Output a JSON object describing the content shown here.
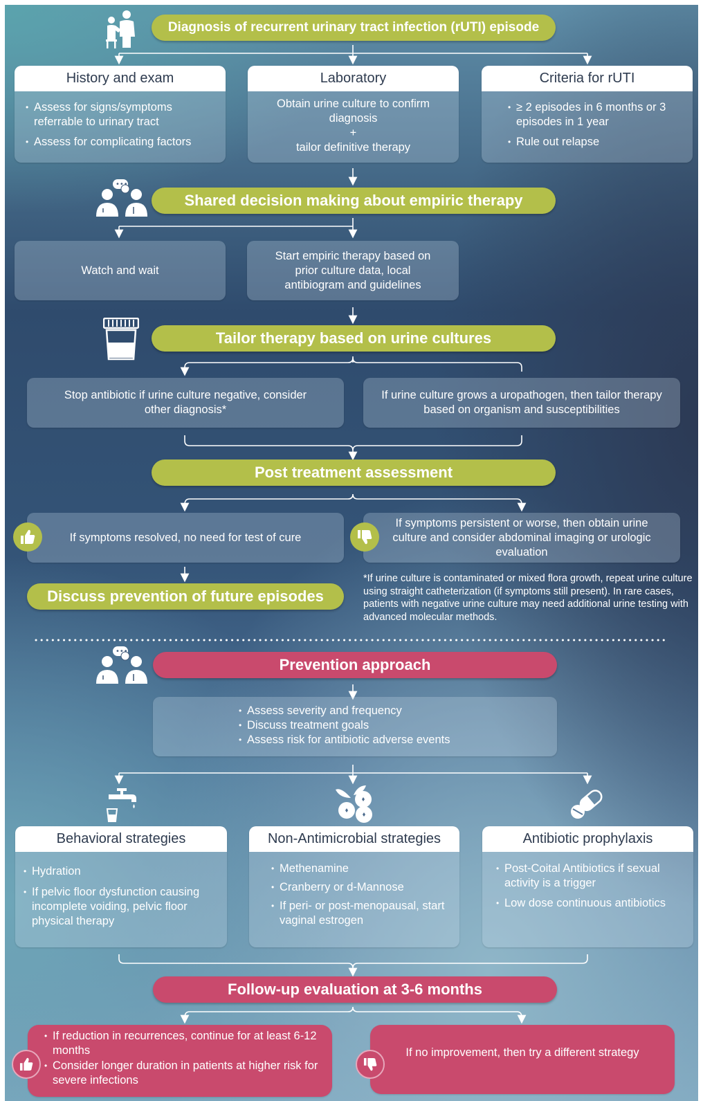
{
  "step1": {
    "title": "Diagnosis of recurrent urinary tract infection (rUTI) episode",
    "history": {
      "title": "History and exam",
      "items": [
        "Assess for signs/symptoms referrable to urinary tract",
        "Assess for complicating factors"
      ]
    },
    "laboratory": {
      "title": "Laboratory",
      "line1": "Obtain urine culture to confirm diagnosis",
      "plus": "+",
      "line2": "tailor definitive therapy"
    },
    "criteria": {
      "title": "Criteria for rUTI",
      "items": [
        "≥ 2 episodes in 6 months or 3 episodes in 1 year",
        "Rule out relapse"
      ]
    }
  },
  "step2": {
    "title": "Shared decision making about empiric therapy",
    "watch": "Watch and wait",
    "empiric": "Start empiric therapy based on prior culture data, local antibiogram and guidelines"
  },
  "step3": {
    "title": "Tailor therapy based on urine cultures",
    "negative": "Stop antibiotic if urine culture negative, consider other diagnosis*",
    "positive": "If urine culture grows a uropathogen, then tailor therapy based on organism and susceptibilities"
  },
  "step4": {
    "title": "Post treatment assessment",
    "resolved": "If symptoms resolved, no need for test of cure",
    "persistent": "If symptoms persistent or worse, then obtain urine culture and consider abdominal imaging or urologic evaluation",
    "prevention_pill": "Discuss prevention of future episodes",
    "footnote": "*If urine culture is contaminated or mixed flora growth, repeat urine culture using straight catheterization (if symptoms still present). In rare cases, patients with negative urine culture may need additional urine testing with advanced molecular methods."
  },
  "prevention": {
    "title": "Prevention approach",
    "items": [
      "Assess severity and frequency",
      "Discuss treatment goals",
      "Assess risk for antibiotic adverse events"
    ],
    "behavioral": {
      "title": "Behavioral strategies",
      "items": [
        "Hydration",
        "If pelvic floor dysfunction causing incomplete voiding, pelvic floor physical therapy"
      ]
    },
    "nonantimicrobial": {
      "title": "Non-Antimicrobial strategies",
      "items": [
        "Methenamine",
        "Cranberry or d-Mannose",
        "If peri- or post-menopausal, start vaginal estrogen"
      ]
    },
    "antibiotic": {
      "title": "Antibiotic prophylaxis",
      "items": [
        "Post-Coital Antibiotics if sexual activity is a trigger",
        "Low dose continuous antibiotics"
      ]
    }
  },
  "followup": {
    "title": "Follow-up evaluation at 3-6 months",
    "improved": [
      "If reduction in recurrences, continue for at least 6-12 months",
      "Consider longer duration in patients at higher risk for severe infections"
    ],
    "no_improvement": "If no improvement, then try a different strategy"
  },
  "colors": {
    "green": "#b3bf4a",
    "magenta": "#c94a6d",
    "text_dark": "#2e3b4f"
  }
}
